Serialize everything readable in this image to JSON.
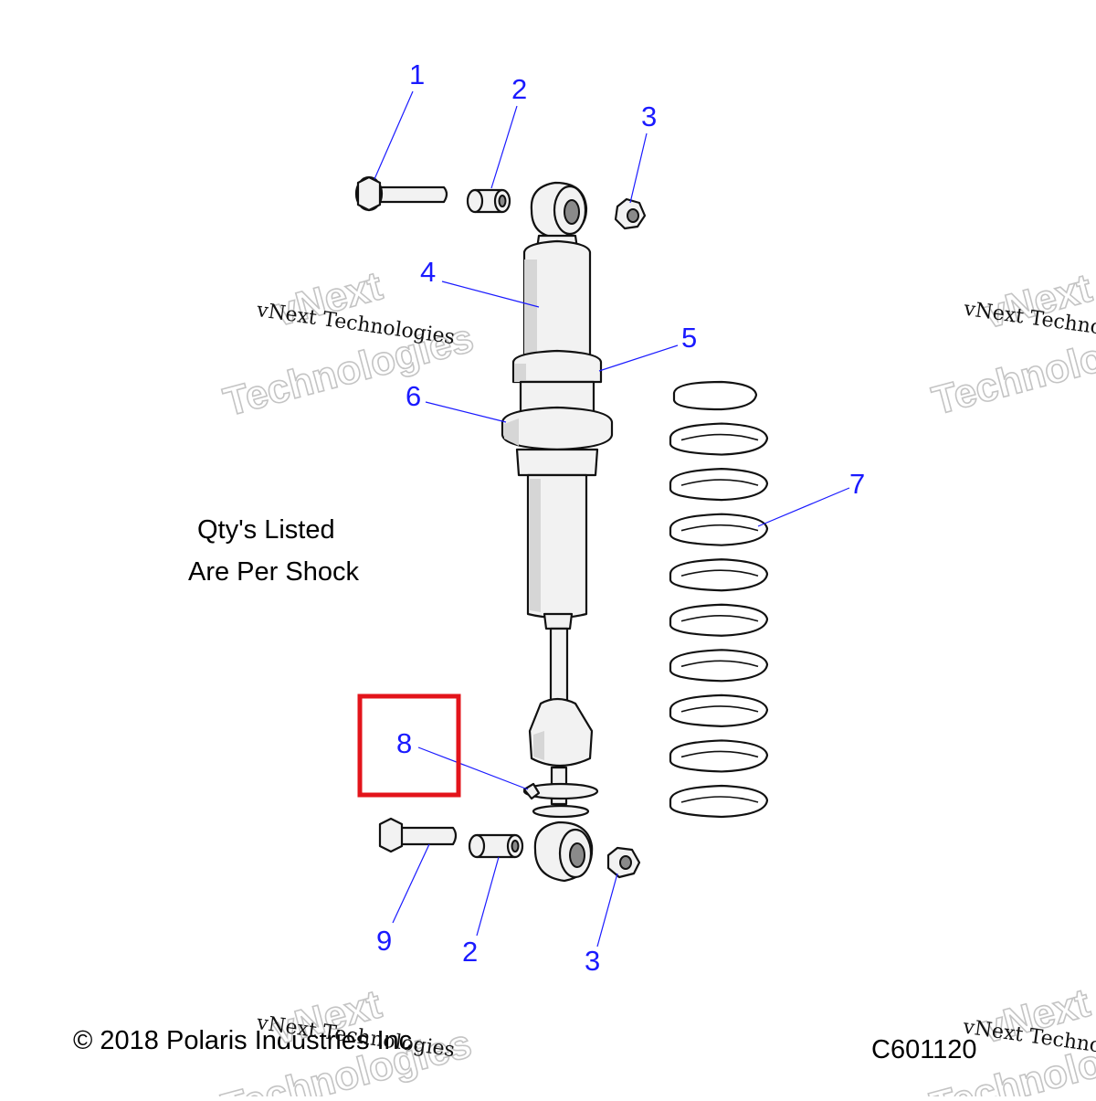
{
  "callouts": [
    "1",
    "2",
    "3",
    "4",
    "5",
    "6",
    "7",
    "8",
    "9",
    "2",
    "3"
  ],
  "note": {
    "line1": "Qty's Listed",
    "line2": "Are Per Shock"
  },
  "copyright": "© 2018 Polaris Industries Inc.",
  "drawing_id": "C601120",
  "watermark": {
    "line1": "vNext Technologies",
    "line2": "vNext",
    "line3": "Technologies"
  },
  "highlight_target": "8",
  "colors": {
    "callout": "#1a1aff",
    "highlight": "#e3141b"
  }
}
